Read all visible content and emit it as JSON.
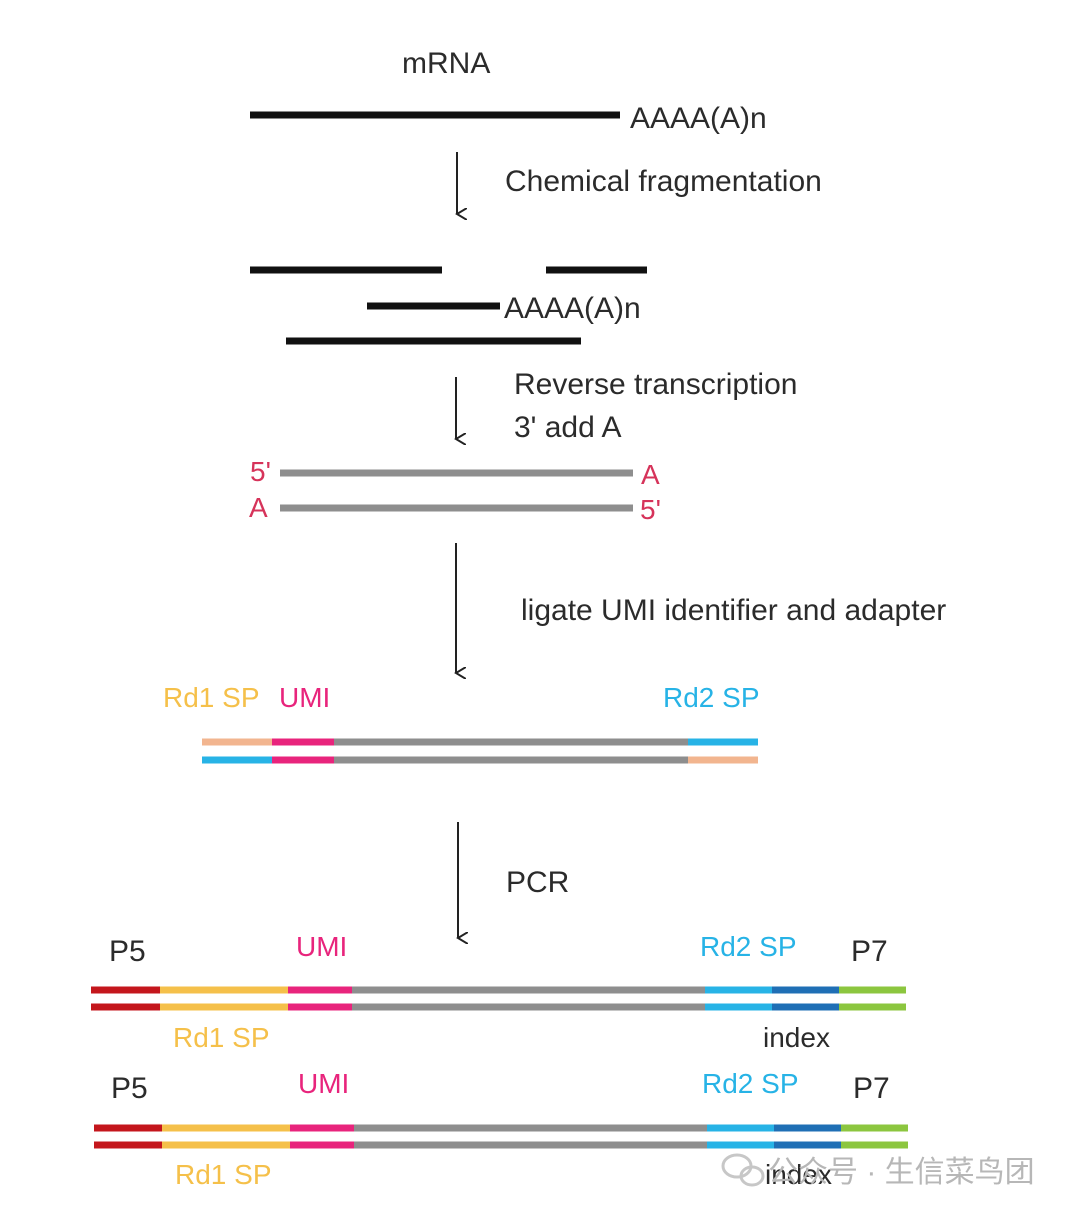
{
  "labels": {
    "mrna": "mRNA",
    "polya_top": "AAAA(A)n",
    "chemical_fragmentation": "Chemical fragmentation",
    "polya_fragment": "AAAA(A)n",
    "reverse_transcription": "Reverse transcription",
    "add_a": "3' add A",
    "five_prime_top": "5'",
    "a_top": "A",
    "a_bottom": "A",
    "five_prime_bottom": "5'",
    "ligate": "ligate UMI identifier and adapter",
    "rd1sp_ligate": "Rd1 SP",
    "umi_ligate": "UMI",
    "rd2sp_ligate": "Rd2 SP",
    "pcr": "PCR",
    "p5_a": "P5",
    "umi_a": "UMI",
    "rd2sp_a": "Rd2 SP",
    "p7_a": "P7",
    "rd1sp_a": "Rd1 SP",
    "index_a": "index",
    "p5_b": "P5",
    "umi_b": "UMI",
    "rd2sp_b": "Rd2 SP",
    "p7_b": "P7",
    "rd1sp_b": "Rd1 SP",
    "index_b": "index"
  },
  "watermark": "公众号 · 生信菜鸟团",
  "colors": {
    "strand": "#111111",
    "cdna": "#8e8e8e",
    "end_label": "#d6335a",
    "rd1sp": "#f5c04a",
    "rd1sp_ligate": "#f2b58f",
    "umi": "#e8247c",
    "rd2sp": "#27b3e6",
    "index": "#1f6fb5",
    "p5": "#c4161c",
    "p7": "#8cc63f"
  }
}
